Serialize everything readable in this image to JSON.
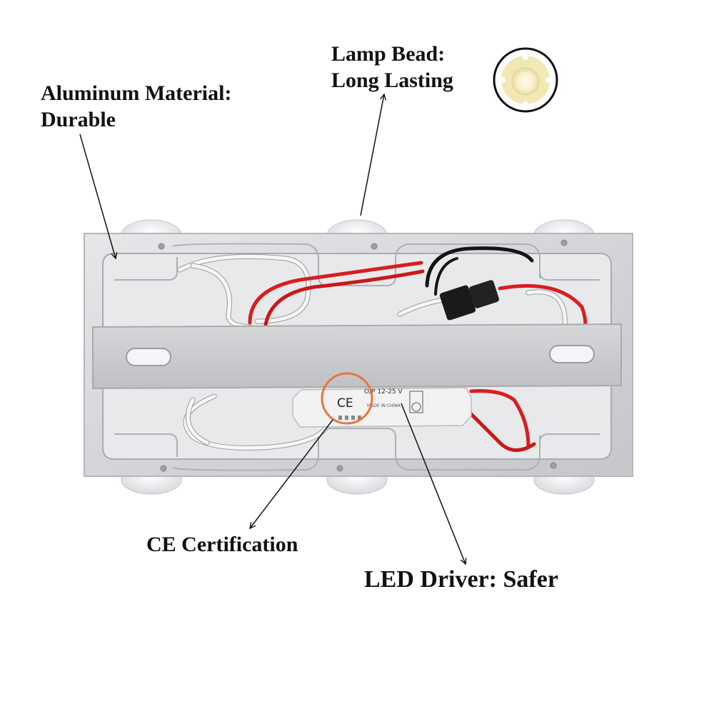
{
  "callouts": {
    "aluminum": {
      "title": "Aluminum Material:",
      "detail": "Durable"
    },
    "lamp_bead": {
      "title": "Lamp Bead:",
      "detail": "Long Lasting"
    },
    "ce": {
      "title": "CE Certification"
    },
    "driver": {
      "title": "LED Driver: Safer"
    }
  },
  "driver_label": {
    "ce_mark": "CE",
    "output": "O/P 12-25 V",
    "origin": "MADE IN CHINA"
  },
  "colors": {
    "aluminum": "#d9dadc",
    "aluminum_edge": "#b9bbbe",
    "bracket": "#c9cacc",
    "wire_red": "#d81e1e",
    "wire_white": "#f4f4f4",
    "wire_black": "#141414",
    "highlight_ring": "#e8753a"
  }
}
